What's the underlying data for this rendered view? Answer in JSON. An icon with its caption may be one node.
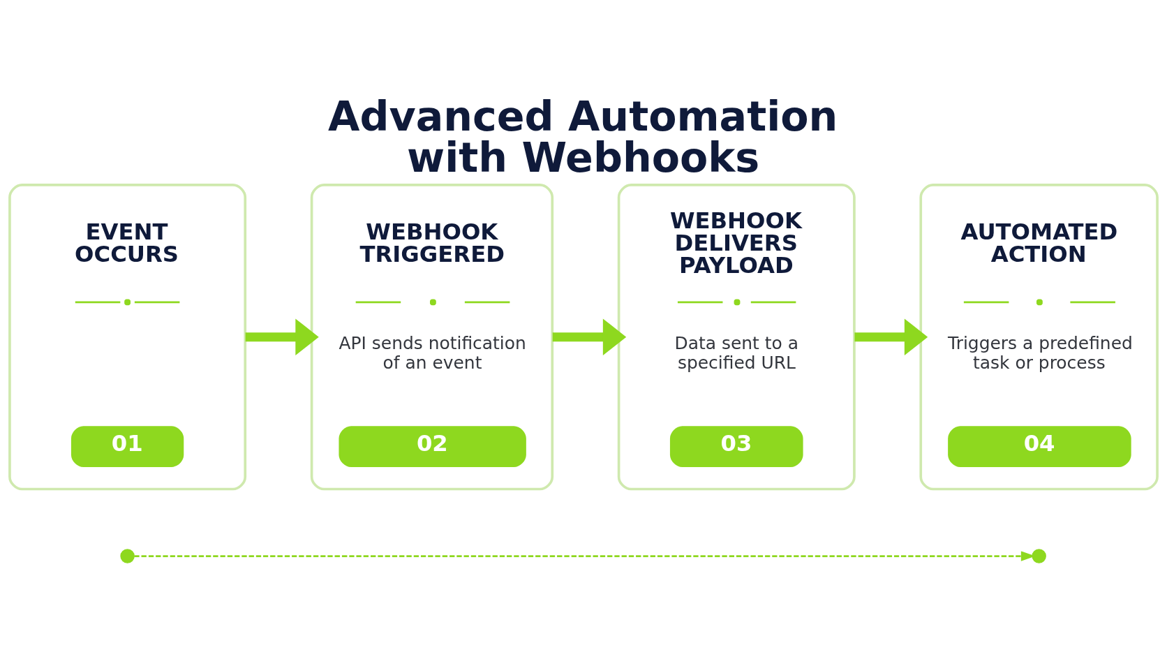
{
  "diagram": {
    "title": "Advanced Automation with Webhooks",
    "nodes": [
      {
        "text": [
          "EVENT OCCURS",
          "01"
        ]
      },
      {
        "text": [
          "WEBHOOK TRIGGERED",
          "API sends notification of an event",
          "02"
        ]
      },
      {
        "text": [
          "WEBHOOK DELIVERS PAYLOAD",
          "Data sent to a specified URL",
          "03"
        ]
      },
      {
        "text": [
          "AUTOMATED ACTION",
          "Triggers a predefined task or process",
          "04"
        ]
      },
      {
        "text": [],
        "shape": "circle"
      },
      {
        "text": [],
        "shape": "circle"
      }
    ],
    "edges": [
      {
        "from": 0,
        "to": 1,
        "arrow": "to"
      },
      {
        "from": 1,
        "to": 2,
        "arrow": "to"
      },
      {
        "from": 2,
        "to": 3,
        "arrow": "to"
      },
      {
        "from": 4,
        "to": 5,
        "arrow": "to",
        "style": "dashed"
      }
    ]
  }
}
